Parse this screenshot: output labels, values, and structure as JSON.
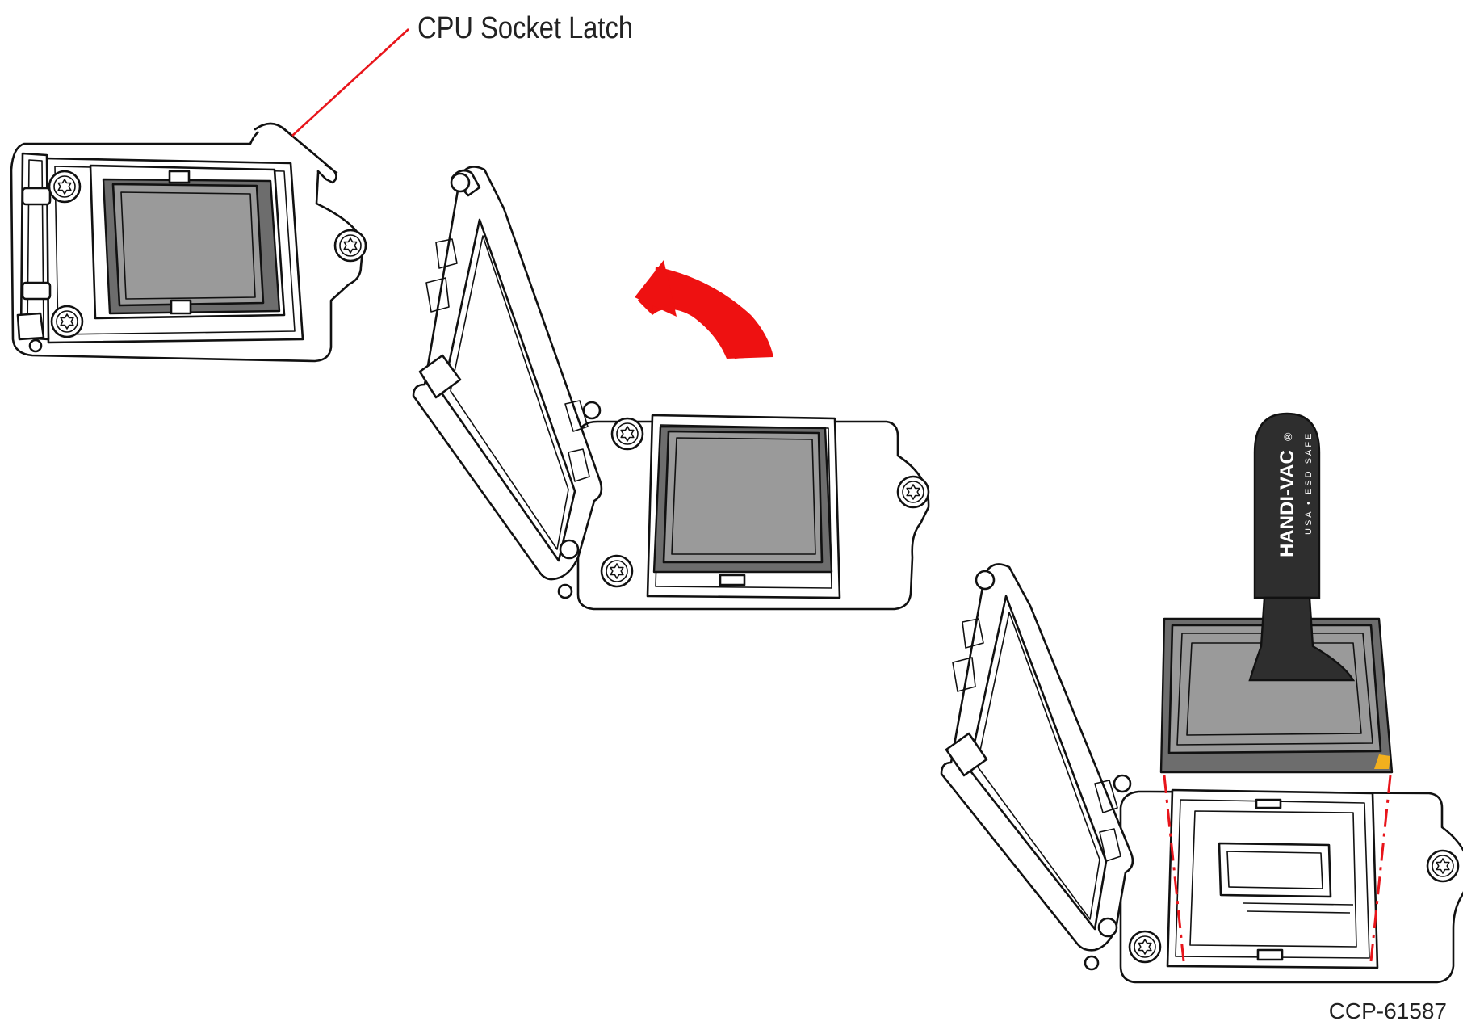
{
  "callout": {
    "label": "CPU Socket Latch",
    "line_color": "#e8151b"
  },
  "tool": {
    "brand": "HANDI-VAC",
    "mark": "®",
    "subtext": "USA • ESD SAFE"
  },
  "figure_id": "CCP-61587",
  "colors": {
    "arrow": "#ee1111",
    "alignment_lines": "#e8151b",
    "cpu_fill": "#9a9a9a",
    "tool_fill": "#2e2e2e",
    "pin1_marker": "#f2b01e"
  }
}
